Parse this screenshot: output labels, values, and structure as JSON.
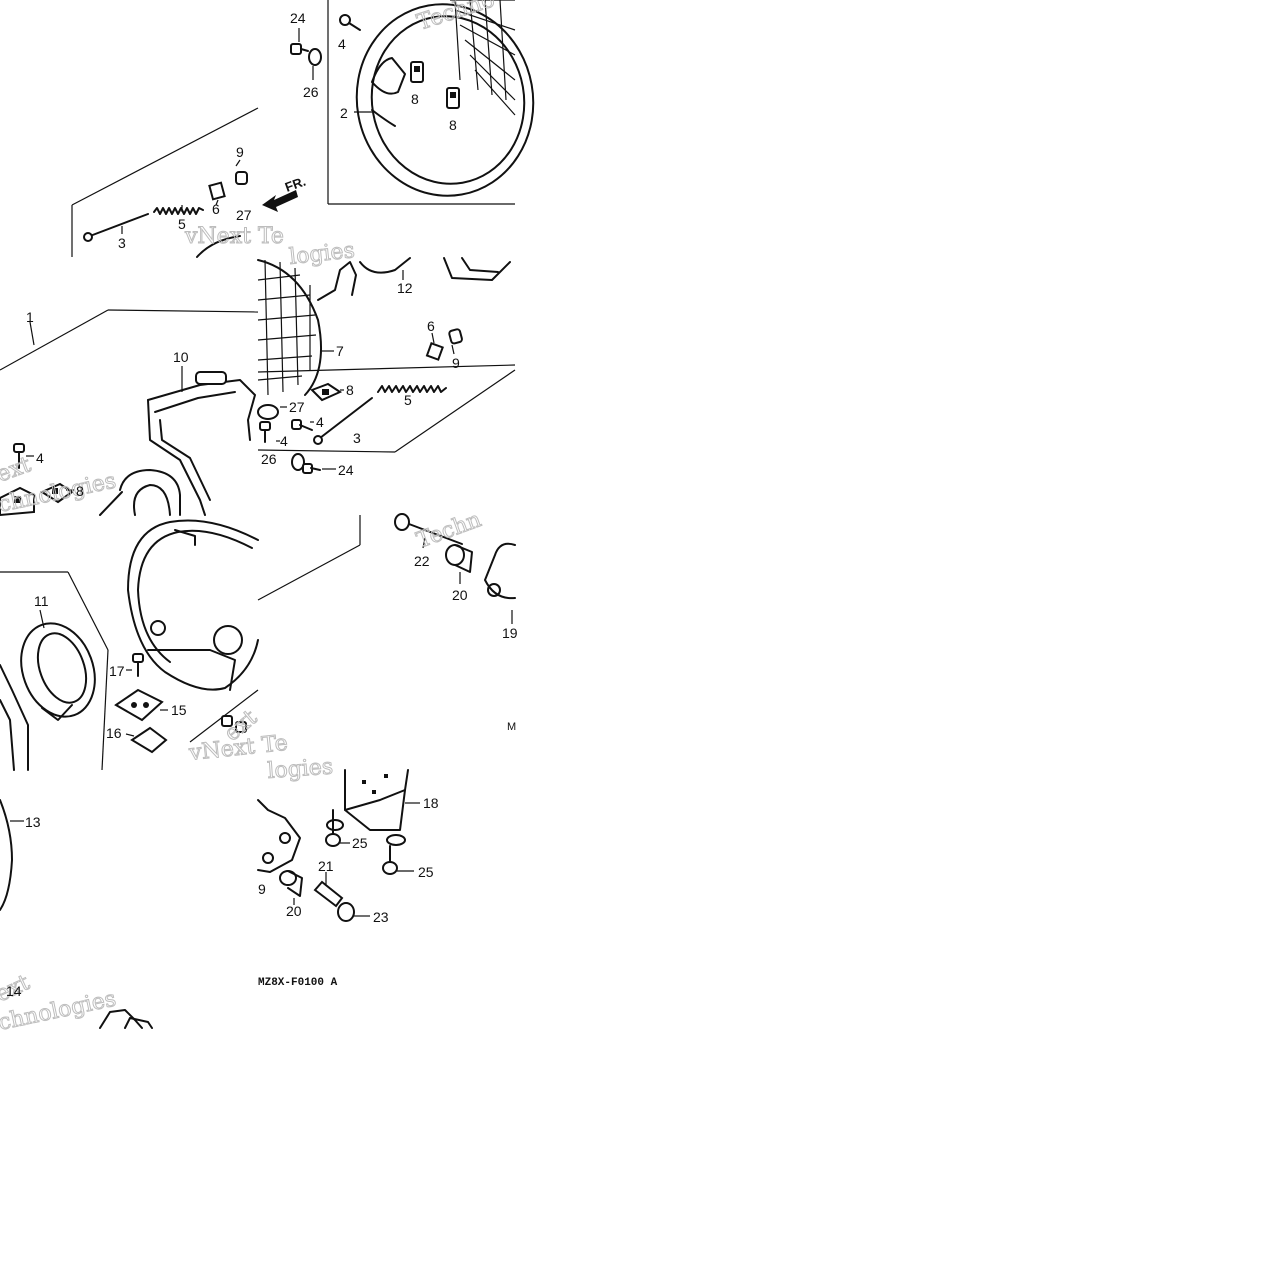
{
  "callouts": {
    "c24a": "24",
    "c4a": "4",
    "c26a": "26",
    "c2": "2",
    "c8a": "8",
    "c8b": "8",
    "c9a": "9",
    "c5a": "5",
    "c6a": "6",
    "c3a": "3",
    "c27a": "27",
    "c12": "12",
    "c1": "1",
    "c10": "10",
    "c7": "7",
    "c6b": "6",
    "c9b": "9",
    "c8c": "8",
    "c5b": "5",
    "c27b": "27",
    "c4b": "4",
    "c4c": "4",
    "c3b": "3",
    "c26b": "26",
    "c24b": "24",
    "c4d": "4",
    "c8d": "8",
    "c22": "22",
    "c20a": "20",
    "c19a": "19",
    "c11": "11",
    "c17": "17",
    "c15": "15",
    "c16": "16",
    "c13": "13",
    "c18": "18",
    "c25a": "25",
    "c25b": "25",
    "c21": "21",
    "c20b": "20",
    "c23": "23",
    "c19b": "9",
    "c14": "14"
  },
  "direction_label": "FR.",
  "diagram_code": "MZ8X-F0100 A",
  "edge_letter": "M",
  "watermarks": {
    "w1": "Techno",
    "w2": "vNext Te",
    "w3": "logies",
    "w4": "ext",
    "w5": "chnologies",
    "w6": "Techn",
    "w7": "vNext Te",
    "w8": "logies",
    "w9": "ext",
    "w10": "chnologies"
  }
}
